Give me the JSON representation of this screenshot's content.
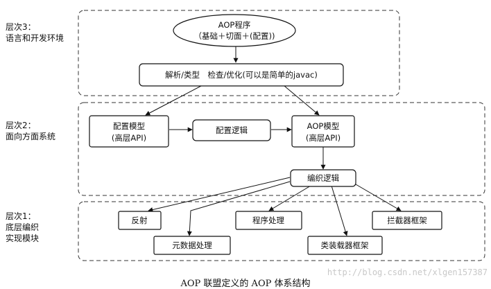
{
  "layers": {
    "l3": {
      "line1": "层次3：",
      "line2": "语言和开发环境"
    },
    "l2": {
      "line1": "层次2：",
      "line2": "面向方面系统"
    },
    "l1": {
      "line1": "层次1：",
      "line2": "底层编织",
      "line3": "实现模块"
    }
  },
  "nodes": {
    "aop_program": {
      "line1": "AOP程序",
      "line2": "（基础＋切面＋(配置))"
    },
    "parse": {
      "line1": "解析/类型　检查/优化(可以是简单的javac)"
    },
    "config_model": {
      "line1": "配置模型",
      "line2": "(高层API)"
    },
    "config_logic": {
      "line1": "配置逻辑"
    },
    "aop_model": {
      "line1": "AOP模型",
      "line2": "(高层API)"
    },
    "weave_logic": {
      "line1": "编织逻辑"
    },
    "reflection": {
      "line1": "反射"
    },
    "metadata": {
      "line1": "元数据处理"
    },
    "program_proc": {
      "line1": "程序处理"
    },
    "classloader": {
      "line1": "类装载器框架"
    },
    "interceptor": {
      "line1": "拦截器框架"
    }
  },
  "caption": "AOP 联盟定义的 AOP 体系结构",
  "watermark": "http://blog.csdn.net/xlgen157387"
}
